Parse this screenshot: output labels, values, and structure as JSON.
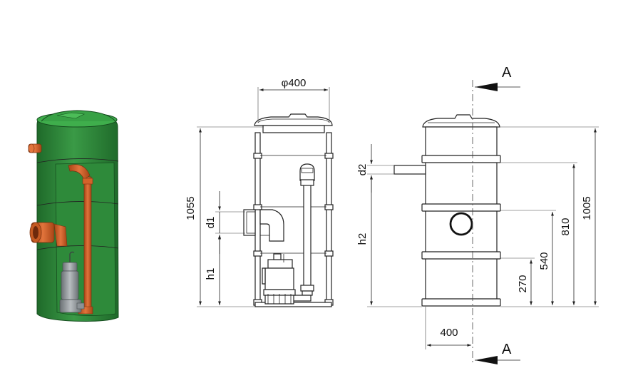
{
  "labels": {
    "diameter": "φ400",
    "height_total": "1055",
    "d1": "d1",
    "h1": "h1",
    "d2": "d2",
    "h2": "h2",
    "dim_1005": "1005",
    "dim_810": "810",
    "dim_540": "540",
    "dim_270": "270",
    "dim_400": "400",
    "section_top": "A",
    "section_bottom": "A"
  },
  "colors": {
    "tank_green": "#2f8a3c",
    "tank_green_dark": "#1f6a2a",
    "pipe_orange": "#d4622a",
    "pump_grey": "#8c9296",
    "line": "#222222"
  }
}
